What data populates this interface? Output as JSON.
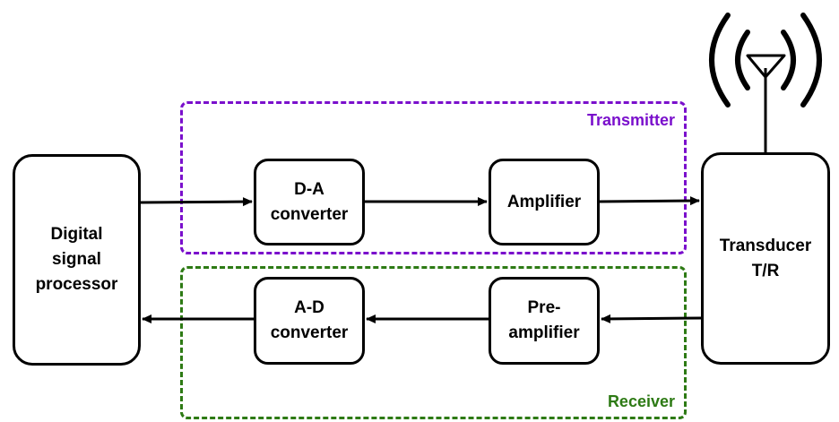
{
  "groups": {
    "transmitter": {
      "label": "Transmitter",
      "color": "#7a0fcc"
    },
    "receiver": {
      "label": "Receiver",
      "color": "#2d7a14"
    }
  },
  "blocks": {
    "dsp": "Digital\nsignal\nprocessor",
    "da_converter": "D-A\nconverter",
    "amplifier": "Amplifier",
    "ad_converter": "A-D\nconverter",
    "preamplifier": "Pre-\namplifier",
    "transducer": "Transducer\nT/R"
  },
  "connections": [
    {
      "from": "Digital signal processor",
      "to": "D-A converter"
    },
    {
      "from": "D-A converter",
      "to": "Amplifier"
    },
    {
      "from": "Amplifier",
      "to": "Transducer T/R"
    },
    {
      "from": "Transducer T/R",
      "to": "Pre-amplifier"
    },
    {
      "from": "Pre-amplifier",
      "to": "A-D converter"
    },
    {
      "from": "A-D converter",
      "to": "Digital signal processor"
    }
  ],
  "icons": {
    "antenna": "antenna-icon"
  }
}
